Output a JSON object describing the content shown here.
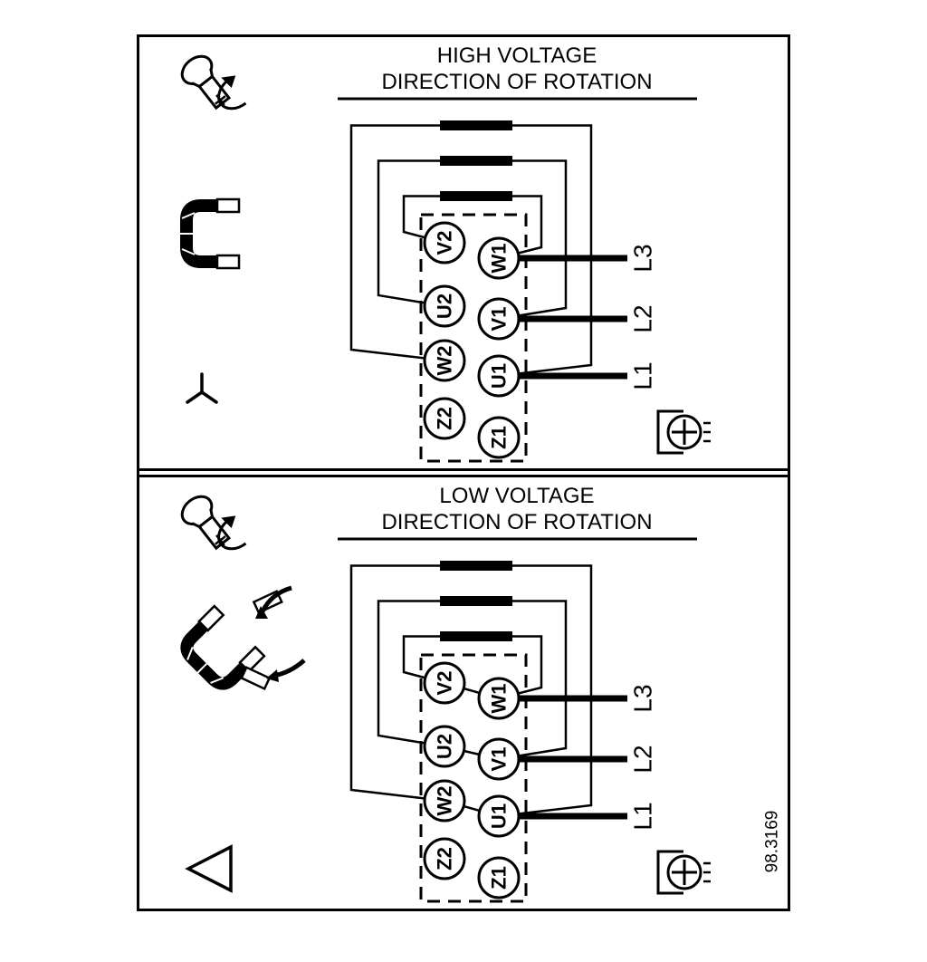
{
  "figure_number": "98.3169",
  "colors": {
    "line": "#000000",
    "background": "#ffffff"
  },
  "panels": [
    {
      "id": "high-voltage",
      "title_line1": "HIGH VOLTAGE",
      "title_line2": "DIRECTION OF ROTATION",
      "connection": "star",
      "terminals_left": [
        "V2",
        "U2",
        "W2",
        "Z2"
      ],
      "terminals_right": [
        "W1",
        "V1",
        "U1",
        "Z1"
      ],
      "supply_lines": [
        "L3",
        "L2",
        "L1"
      ]
    },
    {
      "id": "low-voltage",
      "title_line1": "LOW VOLTAGE",
      "title_line2": "DIRECTION OF ROTATION",
      "connection": "delta",
      "terminals_left": [
        "V2",
        "U2",
        "W2",
        "Z2"
      ],
      "terminals_right": [
        "W1",
        "V1",
        "U1",
        "Z1"
      ],
      "supply_lines": [
        "L3",
        "L2",
        "L1"
      ]
    }
  ]
}
